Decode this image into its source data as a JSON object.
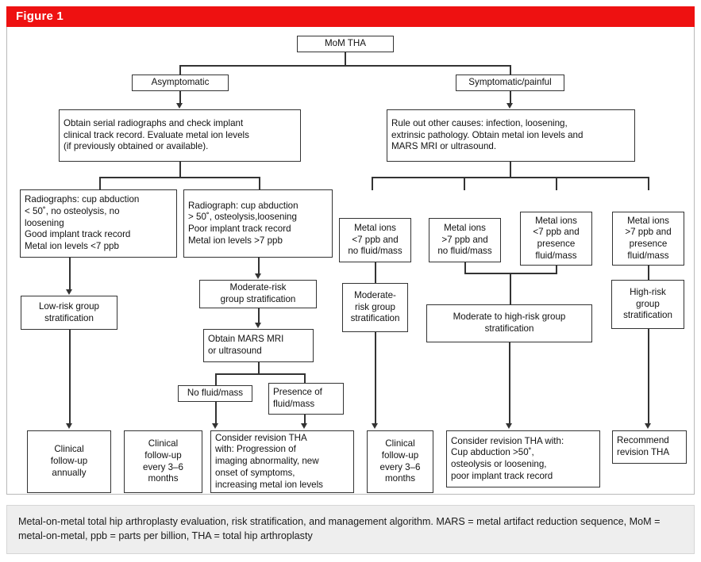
{
  "figure": {
    "label": "Figure 1",
    "header_color": "#ee1111",
    "caption": "Metal-on-metal total hip arthroplasty evaluation, risk stratification, and management algorithm. MARS = metal artifact reduction sequence, MoM = metal-on-metal, ppb = parts per billion, THA = total hip arthroplasty"
  },
  "diagram": {
    "type": "flowchart",
    "title": "Metal-on-metal total hip arthroplasty evaluation, risk stratification, and management algorithm",
    "nodes": {
      "root": "MoM THA",
      "branch_asymptomatic": "Asymptomatic",
      "branch_symptomatic": "Symptomatic/painful",
      "asymptomatic_workup": "Obtain serial radiographs and check implant\nclinical track record. Evaluate metal ion levels\n(if previously obtained or available).",
      "symptomatic_workup": "Rule out other causes: infection, loosening,\nextrinsic pathology. Obtain metal ion levels and\nMARS MRI or ultrasound.",
      "radiographs_low": "Radiographs: cup abduction\n< 50˚, no osteolysis, no\nloosening\nGood implant track record\nMetal ion levels <7 ppb",
      "radiographs_high": "Radiograph: cup abduction\n> 50˚, osteolysis,loosening\nPoor implant track record\nMetal ion levels >7 ppb",
      "metal_ions_1": "Metal ions\n<7 ppb and\nno fluid/mass",
      "metal_ions_2": "Metal ions\n>7 ppb and\nno fluid/mass",
      "metal_ions_3": "Metal ions\n<7 ppb and\npresence\nfluid/mass",
      "metal_ions_4": "Metal ions\n>7 ppb and\npresence\nfluid/mass",
      "low_risk": "Low-risk group\nstratification",
      "moderate_risk_left": "Moderate-risk\ngroup stratification",
      "moderate_risk_mid": "Moderate-\nrisk group\nstratification",
      "moderate_to_high_risk": "Moderate to high-risk group\nstratification",
      "high_risk": "High-risk\ngroup\nstratification",
      "obtain_mars": "Obtain MARS MRI\nor ultrasound",
      "no_fluid_mass": "No fluid/mass",
      "presence_fluid_mass": "Presence of\nfluid/mass",
      "followup_annually": "Clinical\nfollow-up\nannually",
      "followup_3_6_left": "Clinical\nfollow-up\nevery 3–6\nmonths",
      "consider_revision_left": "Consider revision THA\nwith: Progression of\nimaging abnormality, new\nonset of symptoms,\nincreasing metal ion levels",
      "followup_3_6_mid": "Clinical\nfollow-up\nevery 3–6\nmonths",
      "consider_revision_right": "Consider revision THA with:\nCup abduction >50˚,\nosteolysis or loosening,\npoor implant track record",
      "recommend_revision": "Recommend\nrevision THA"
    }
  }
}
